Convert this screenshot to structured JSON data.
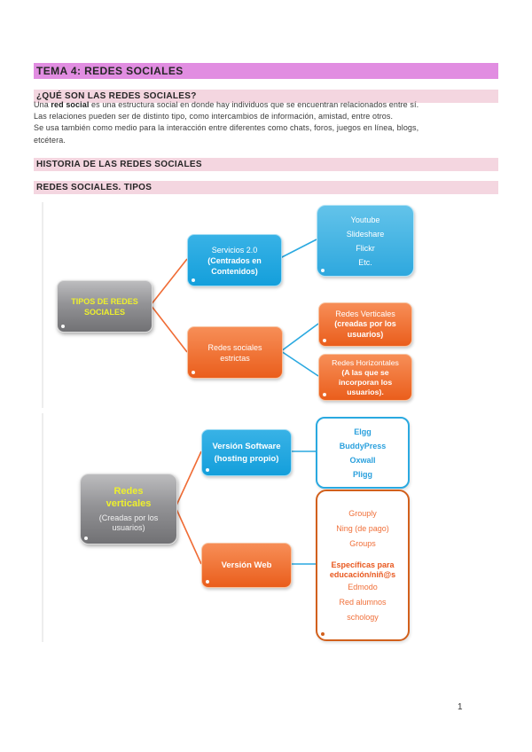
{
  "title": "TEMA 4: REDES SOCIALES",
  "sections": {
    "que_son": "¿QUÉ SON LAS REDES SOCIALES?",
    "historia": "HISTORIA DE LAS REDES SOCIALES",
    "tipos": "REDES SOCIALES. TIPOS"
  },
  "intro": {
    "line1_before": "Una ",
    "line1_bold": "red social",
    "line1_after": " es una estructura social en donde hay individuos que se encuentran relacionados entre sí.",
    "line2": "Las relaciones pueden ser de distinto tipo, como intercambios de información, amistad, entre otros.",
    "line3": "Se usa también como medio para la interacción entre diferentes como chats, foros, juegos en línea, blogs,",
    "line4": "etcétera."
  },
  "diagram1": {
    "root": {
      "line1": "TIPOS DE REDES",
      "line2": "SOCIALES"
    },
    "servicios": {
      "line1": "Servicios 2.0",
      "line2": "(Centrados en",
      "line3": "Contenidos)"
    },
    "servicios_items": {
      "line1": "Youtube",
      "line2": "Slideshare",
      "line3": "Flickr",
      "line4": "Etc."
    },
    "estrictas": {
      "line1": "Redes sociales",
      "line2": "estrictas"
    },
    "verticales": {
      "line1": "Redes Verticales",
      "line2": "(creadas por los",
      "line3": "usuarios)"
    },
    "horizontales": {
      "line1": "Redes Horizontales",
      "line2": "(A las que se",
      "line3": "incorporan los",
      "line4": "usuarios)."
    }
  },
  "diagram2": {
    "root": {
      "title1": "Redes",
      "title2": "verticales",
      "sub1": "(Creadas por los",
      "sub2": "usuarios)"
    },
    "software": {
      "line1": "Versión Software",
      "line2": "(hosting propio)"
    },
    "software_items": [
      "Elgg",
      "BuddyPress",
      "Oxwall",
      "Pligg"
    ],
    "web": "Versión Web",
    "web_items_top": [
      "Grouply",
      "Ning (de pago)",
      "Groups"
    ],
    "web_items_heading": [
      "Específicas para",
      "educación/niñ@s"
    ],
    "web_items_bottom": [
      "Edmodo",
      "Red alumnos",
      "schology"
    ]
  },
  "page_number": "1",
  "colors": {
    "title_highlight": "#e18de1",
    "section_highlight": "#f4d6e0",
    "blue_box": "#1ca6e0",
    "blue_light_box": "#45b5e6",
    "orange_box": "#ee6a28",
    "gray_box": "#8f8f92",
    "yellow_label": "#eef02d",
    "blue_outline": "#2aa9e0",
    "orange_outline": "#d2601c",
    "orange_text": "#f0703a",
    "connector_orange": "#f06c35",
    "connector_blue": "#2aa9e0"
  }
}
